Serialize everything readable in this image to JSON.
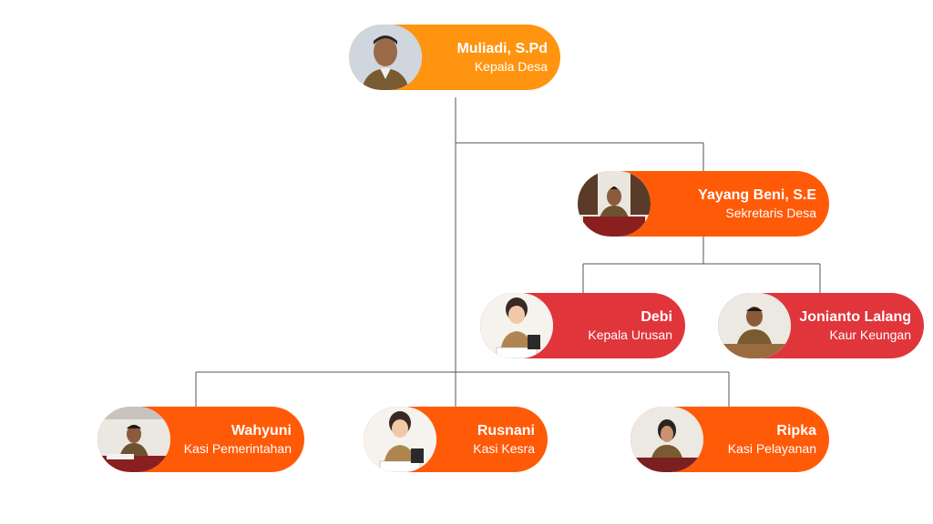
{
  "colors": {
    "head": "#ff9410",
    "staff": "#ff5a08",
    "sub_staff": "#e0353b",
    "connector": "#555555"
  },
  "nodes": {
    "kepala_desa": {
      "name": "Muliadi, S.Pd",
      "role": "Kepala Desa",
      "photo": "man-photo-icon"
    },
    "sekretaris": {
      "name": "Yayang Beni, S.E",
      "role": "Sekretaris Desa",
      "photo": "man-desk-photo-icon"
    },
    "kepala_urusan": {
      "name": "Debi",
      "role": "Kepala Urusan",
      "photo": "woman-illustration-icon"
    },
    "kaur_keungan": {
      "name": "Jonianto Lalang",
      "role": "Kaur Keungan",
      "photo": "man-photo-icon"
    },
    "kasi_pemerintahan": {
      "name": "Wahyuni",
      "role": "Kasi Pemerintahan",
      "photo": "man-desk-photo-icon"
    },
    "kasi_kesra": {
      "name": "Rusnani",
      "role": "Kasi Kesra",
      "photo": "woman-illustration-icon"
    },
    "kasi_pelayanan": {
      "name": "Ripka",
      "role": "Kasi Pelayanan",
      "photo": "woman-desk-photo-icon"
    }
  }
}
